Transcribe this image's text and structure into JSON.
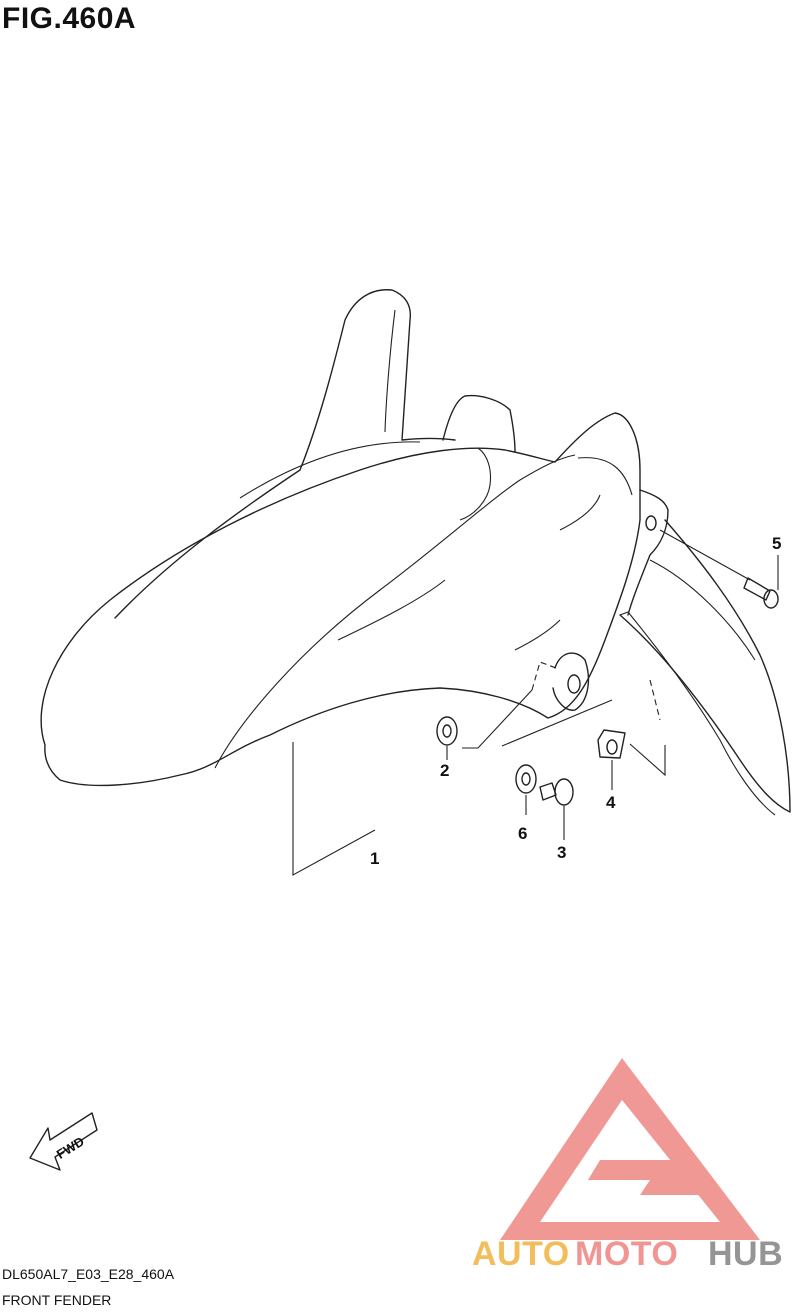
{
  "figure": {
    "title": "FIG.460A"
  },
  "callouts": [
    {
      "id": "1",
      "label": "1"
    },
    {
      "id": "2",
      "label": "2"
    },
    {
      "id": "3",
      "label": "3"
    },
    {
      "id": "4",
      "label": "4"
    },
    {
      "id": "5",
      "label": "5"
    },
    {
      "id": "6",
      "label": "6"
    }
  ],
  "fwd_arrow": {
    "label": "FWD"
  },
  "footer": {
    "code": "DL650AL7_E03_E28_460A",
    "description": "FRONT FENDER"
  },
  "watermark": {
    "part1": "AUTO",
    "part2": "MOTO",
    "part3": "HUB",
    "colors": {
      "auto": "#f2b64a",
      "moto": "#ef8a86",
      "hub": "#8a8a8a",
      "triangle": "#ee8d89"
    }
  }
}
